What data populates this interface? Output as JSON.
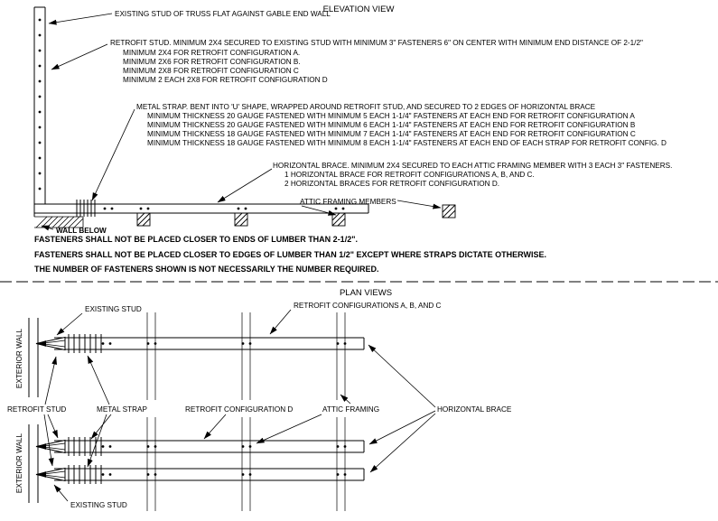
{
  "colors": {
    "ink": "#000000",
    "background": "#ffffff"
  },
  "elevation": {
    "title": "ELEVATION VIEW",
    "existing_stud_label": "EXISTING STUD OF TRUSS FLAT AGAINST GABLE END WALL",
    "retrofit_stud_note": {
      "lines": [
        "RETROFIT STUD.  MINIMUM 2X4 SECURED TO EXISTING STUD WITH MINIMUM 3\" FASTENERS 6\" ON CENTER WITH MINIMUM END DISTANCE OF 2-1/2\"",
        "MINIMUM 2X4 FOR RETROFIT CONFIGURATION A.",
        "MINIMUM 2X6 FOR RETROFIT CONFIGURATION B.",
        "MINIMUM 2X8 FOR RETROFIT CONFIGURATION C",
        "MINIMUM 2 EACH 2X8 FOR RETROFIT CONFIGURATION D"
      ]
    },
    "metal_strap_note": {
      "lines": [
        "METAL STRAP.  BENT INTO 'U' SHAPE, WRAPPED AROUND RETROFIT STUD, AND SECURED TO 2 EDGES OF HORIZONTAL BRACE",
        "MINIMUM THICKNESS 20 GAUGE FASTENED WITH MINIMUM 5 EACH 1-1/4\" FASTENERS AT EACH END FOR RETROFIT CONFIGURATION A",
        "MINIMUM THICKNESS 20 GAUGE FASTENED WITH MINIMUM 6 EACH 1-1/4\" FASTENERS AT EACH END FOR RETROFIT CONFIGURATION B",
        "MINIMUM THICKNESS 18 GAUGE FASTENED WITH MINIMUM 7 EACH 1-1/4\" FASTENERS AT EACH END FOR RETROFIT CONFIGURATION C",
        "MINIMUM THICKNESS 18 GAUGE FASTENED WITH MINIMUM 8 EACH 1-1/4\" FASTENERS AT EACH END OF EACH STRAP FOR RETROFIT CONFIG. D"
      ]
    },
    "horizontal_brace_note": {
      "lines": [
        "HORIZONTAL BRACE.  MINIMUM 2X4 SECURED TO EACH ATTIC FRAMING MEMBER WITH 3 EACH 3\" FASTENERS.",
        "1 HORIZONTAL BRACE FOR RETROFIT CONFIGURATIONS A, B, AND C.",
        "2 HORIZONTAL BRACES FOR RETROFIT CONFIGURATION D."
      ]
    },
    "attic_framing_label": "ATTIC FRAMING MEMBERS",
    "wall_below_label": "WALL BELOW"
  },
  "general_notes": {
    "lines": [
      "FASTENERS SHALL NOT BE PLACED CLOSER TO ENDS OF LUMBER THAN 2-1/2\".",
      "FASTENERS SHALL NOT BE PLACED CLOSER TO EDGES OF LUMBER THAN 1/2\" EXCEPT WHERE STRAPS DICTATE OTHERWISE.",
      "THE NUMBER OF FASTENERS SHOWN IS NOT NECESSARILY THE NUMBER REQUIRED."
    ]
  },
  "plan": {
    "title": "PLAN VIEWS",
    "config_abc_label": "RETROFIT CONFIGURATIONS A, B, AND C",
    "existing_stud_top_label": "EXISTING STUD",
    "exterior_wall_top_label": "EXTERIOR WALL",
    "retrofit_stud_label": "RETROFIT STUD",
    "metal_strap_label": "METAL STRAP",
    "config_d_label": "RETROFIT CONFIGURATION D",
    "attic_framing_label": "ATTIC FRAMING",
    "horizontal_brace_label": "HORIZONTAL BRACE",
    "exterior_wall_bottom_label": "EXTERIOR WALL",
    "existing_stud_bottom_label": "EXISTING STUD"
  }
}
